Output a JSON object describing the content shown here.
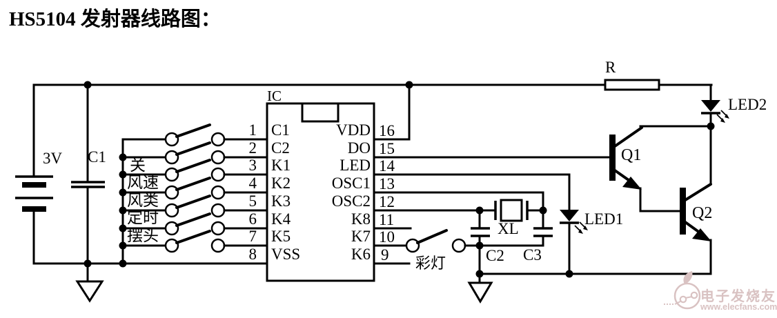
{
  "title": "HS5104 发射器线路图：",
  "ic": {
    "name": "IC",
    "left": [
      {
        "num": "1",
        "label": "C1"
      },
      {
        "num": "2",
        "label": "C2"
      },
      {
        "num": "3",
        "label": "K1"
      },
      {
        "num": "4",
        "label": "K2"
      },
      {
        "num": "5",
        "label": "K3"
      },
      {
        "num": "6",
        "label": "K4"
      },
      {
        "num": "7",
        "label": "K5"
      },
      {
        "num": "8",
        "label": "VSS"
      }
    ],
    "right": [
      {
        "num": "16",
        "label": "VDD"
      },
      {
        "num": "15",
        "label": "DO"
      },
      {
        "num": "14",
        "label": "LED"
      },
      {
        "num": "13",
        "label": "OSC1"
      },
      {
        "num": "12",
        "label": "OSC2"
      },
      {
        "num": "11",
        "label": "K8"
      },
      {
        "num": "10",
        "label": "K7"
      },
      {
        "num": "9",
        "label": "K6"
      }
    ]
  },
  "switches": {
    "labels": [
      "关",
      "风速",
      "风类",
      "定时",
      "摆头"
    ],
    "lamp": "彩灯"
  },
  "components": {
    "battery": "3V",
    "filter_cap": "C1",
    "resistor": "R",
    "led1": "LED1",
    "led2": "LED2",
    "q1": "Q1",
    "q2": "Q2",
    "crystal": "XL",
    "osc_cap_left": "C2",
    "osc_cap_right": "C3"
  },
  "watermark": {
    "brand": "电子发烧友",
    "site": "www.elecfans.com"
  },
  "colors": {
    "ink": "#000000",
    "paper": "#ffffff",
    "watermark": "#d9c2c2"
  }
}
